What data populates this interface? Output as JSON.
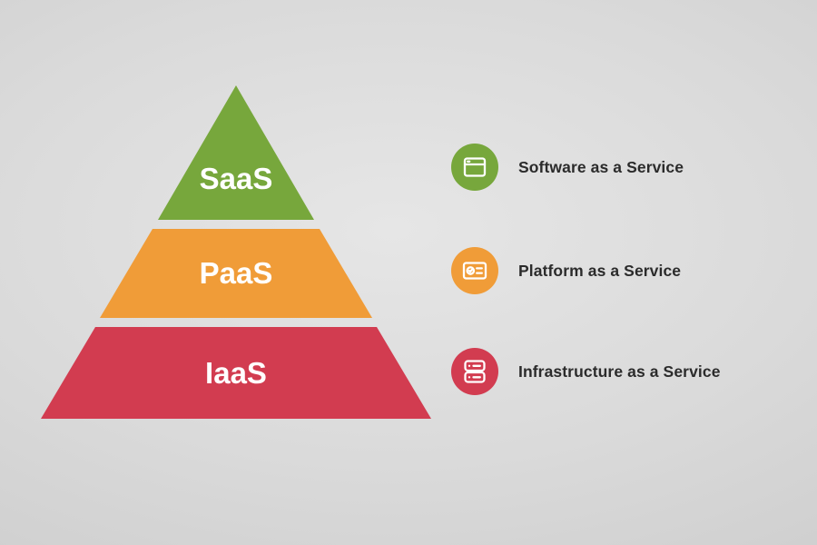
{
  "pyramid": {
    "tiers": [
      {
        "id": "saas",
        "label": "SaaS",
        "color": "#77A73C"
      },
      {
        "id": "paas",
        "label": "PaaS",
        "color": "#F09C38"
      },
      {
        "id": "iaas",
        "label": "IaaS",
        "color": "#D23C50"
      }
    ]
  },
  "legend": {
    "items": [
      {
        "id": "saas",
        "label": "Software as a Service",
        "color": "#77A73C",
        "icon": "browser-window-icon"
      },
      {
        "id": "paas",
        "label": "Platform as a Service",
        "color": "#F09C38",
        "icon": "control-card-icon"
      },
      {
        "id": "iaas",
        "label": "Infrastructure as a Service",
        "color": "#D23C50",
        "icon": "server-stack-icon"
      }
    ]
  }
}
